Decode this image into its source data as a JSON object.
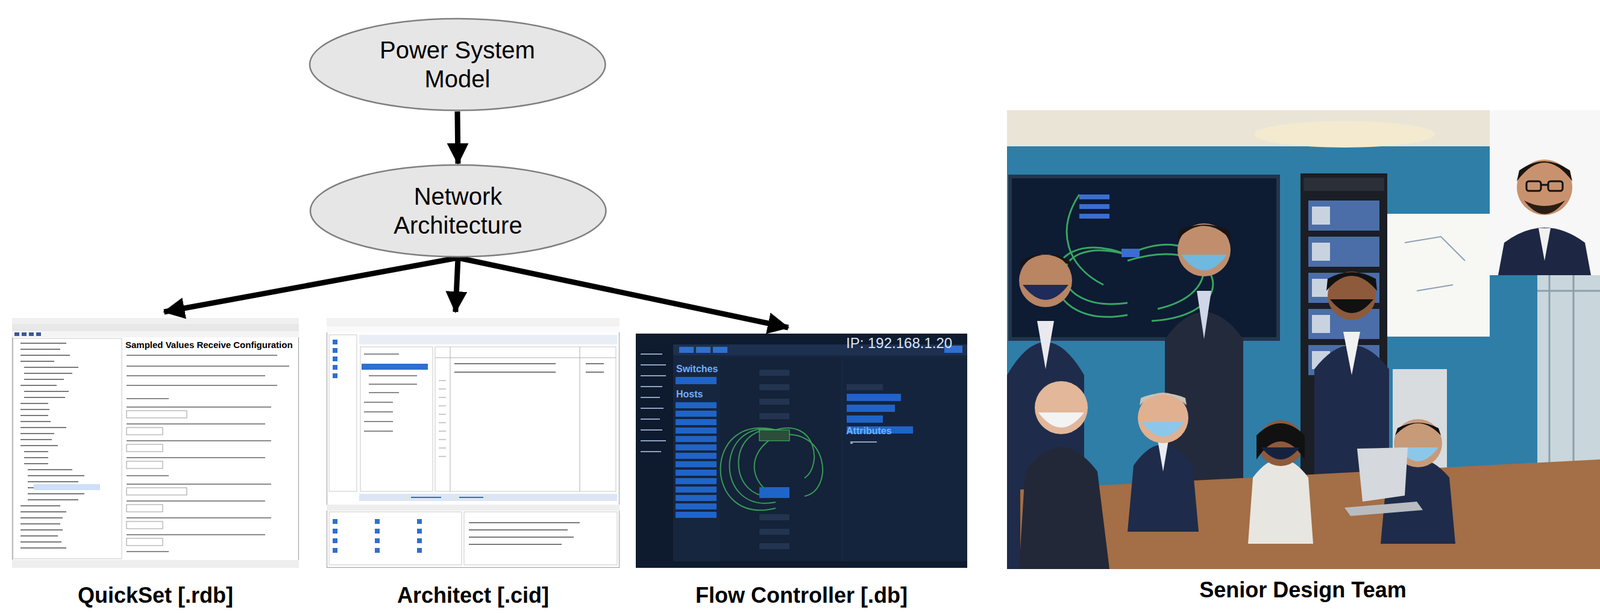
{
  "diagram": {
    "nodes": [
      {
        "text": [
          "Power System Model"
        ]
      },
      {
        "text": [
          "Network Architecture"
        ]
      },
      {
        "text": [
          "QuickSet [.rdb]"
        ]
      },
      {
        "text": [
          "Architect [.cid]"
        ]
      },
      {
        "text": [
          "Flow Controller [.db]"
        ]
      }
    ],
    "edges": [
      {
        "from": 0,
        "to": 1,
        "arrow": "to"
      },
      {
        "from": 1,
        "to": 2,
        "arrow": "to"
      },
      {
        "from": 1,
        "to": 3,
        "arrow": "to"
      },
      {
        "from": 1,
        "to": 4,
        "arrow": "to"
      }
    ],
    "labels": [
      "Sampled Values Receive Configuration",
      "Switches",
      "Hosts",
      "IP: 192.168.1.20",
      "Attributes",
      "Senior Design Team"
    ]
  }
}
